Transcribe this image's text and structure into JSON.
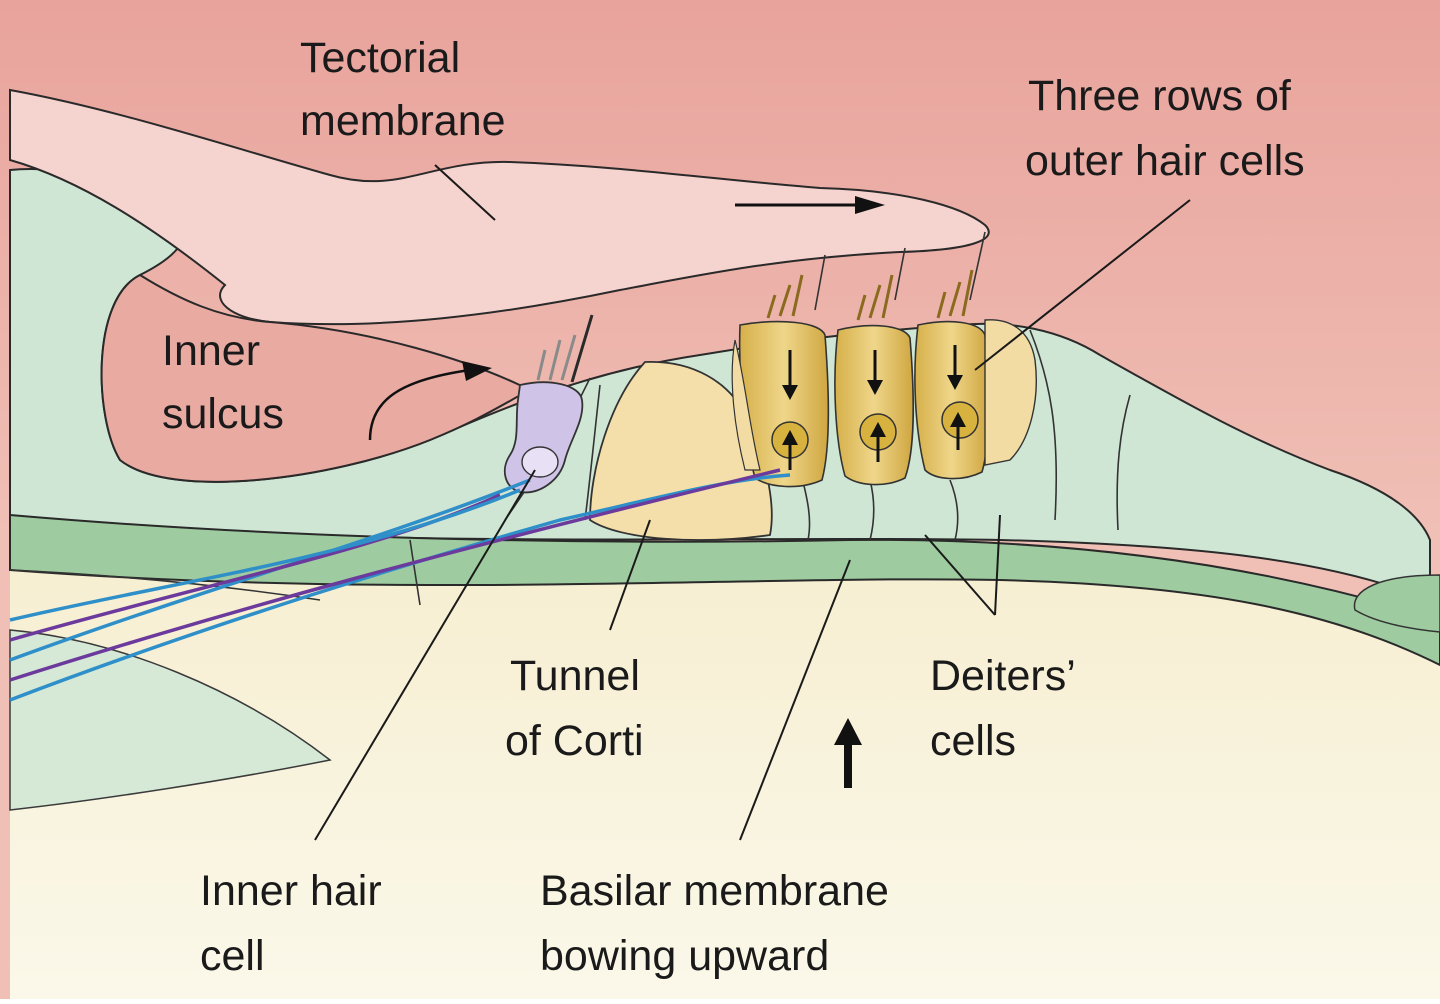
{
  "labels": {
    "tectorial_membrane": [
      "Tectorial",
      "membrane"
    ],
    "three_rows": [
      "Three rows of",
      "outer hair cells"
    ],
    "inner_sulcus": [
      "Inner",
      "sulcus"
    ],
    "tunnel_of_corti": [
      "Tunnel",
      "of Corti"
    ],
    "deiters_cells": [
      "Deiters’",
      "cells"
    ],
    "inner_hair_cell": [
      "Inner hair",
      "cell"
    ],
    "basilar_membrane": [
      "Basilar membrane",
      "bowing upward"
    ]
  },
  "colors": {
    "endolymph": "#e7a6a0",
    "tectorial": "#f5d3ce",
    "support_cells": "#cfe6d4",
    "basilar": "#9ecb9f",
    "perilymph": "#f6f0d4",
    "tunnel": "#f4dfaa",
    "outer_hair_cell": "#e4c46a",
    "inner_hair_cell": "#cfc3e8",
    "nerve_blue": "#2e8fc9",
    "nerve_purple": "#6b3a9c"
  },
  "icons": {
    "upward_arrow": "arrow-up-icon",
    "membrane_shift_arrow": "arrow-right-icon"
  }
}
